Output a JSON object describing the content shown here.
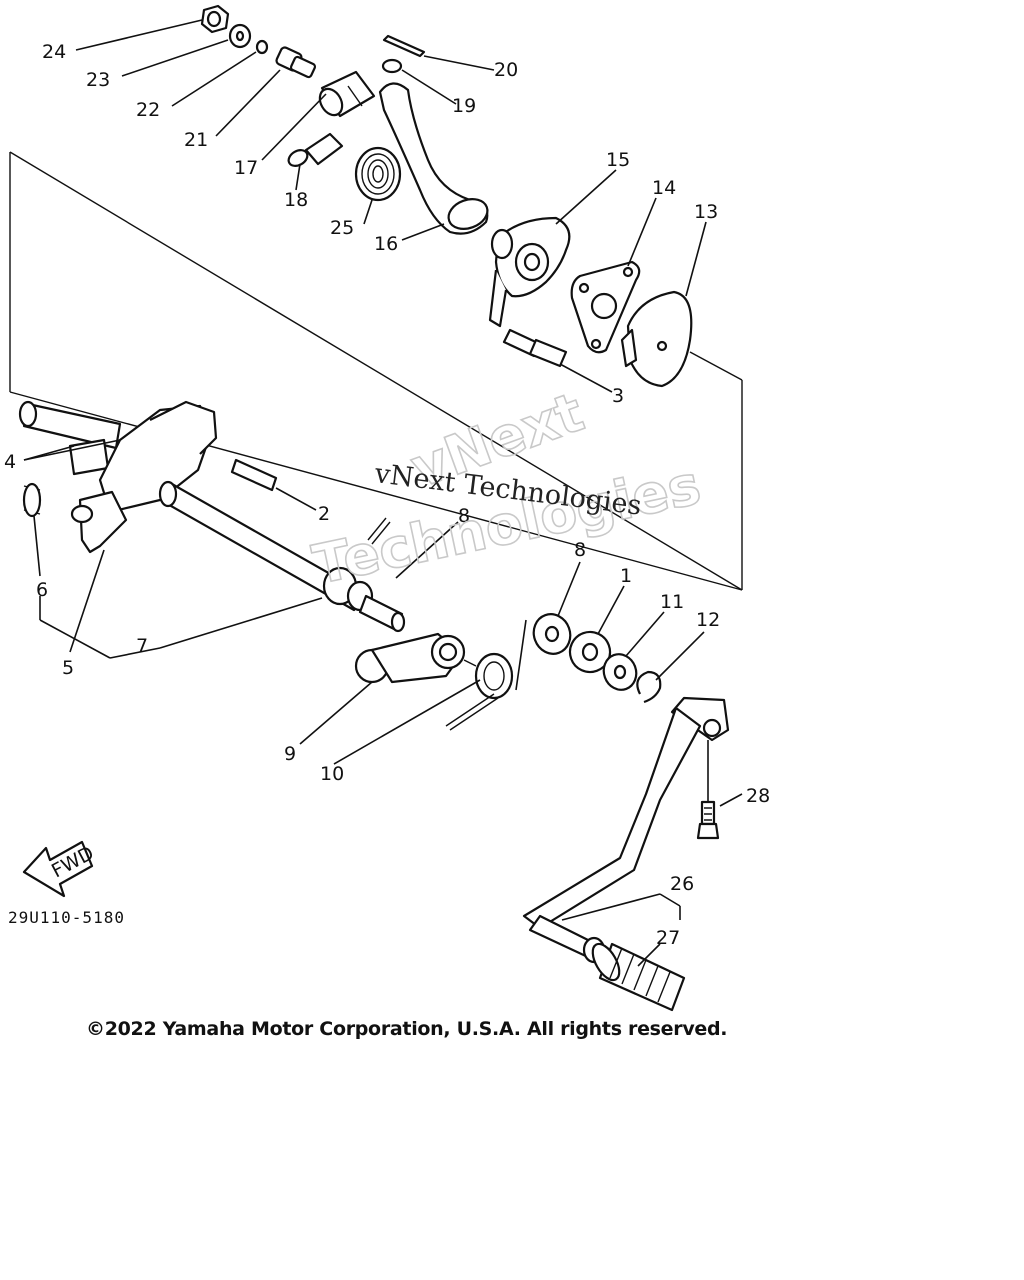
{
  "callouts": {
    "c24": "24",
    "c23": "23",
    "c22": "22",
    "c21": "21",
    "c17": "17",
    "c18": "18",
    "c20": "20",
    "c19": "19",
    "c25": "25",
    "c16": "16",
    "c15": "15",
    "c14": "14",
    "c13": "13",
    "c3": "3",
    "c4": "4",
    "c2": "2",
    "c6": "6",
    "c5": "5",
    "c7": "7",
    "c8a": "8",
    "c8b": "8",
    "c1": "1",
    "c11": "11",
    "c12": "12",
    "c9": "9",
    "c10": "10",
    "c28": "28",
    "c26": "26",
    "c27": "27"
  },
  "fwd_label": "FWD",
  "reference_code": "29U110-5180",
  "watermark_line1": "vNext Technologies",
  "watermark_line2_a": "vNext",
  "watermark_line2_b": "Technologies",
  "copyright": "©2022 Yamaha Motor Corporation, U.S.A. All rights reserved."
}
